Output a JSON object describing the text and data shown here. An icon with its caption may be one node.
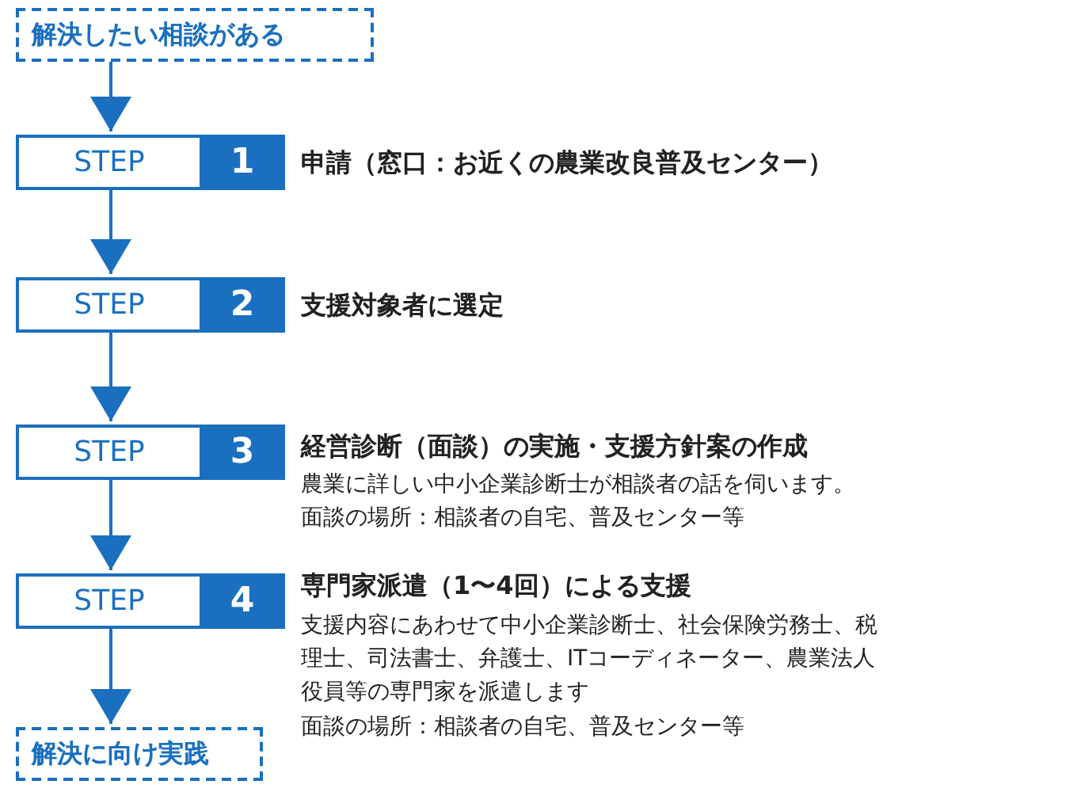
{
  "diagram": {
    "nodes": [
      {
        "text": [
          "解決したい相談がある"
        ]
      },
      {
        "text": [
          "STEP",
          "1"
        ],
        "beside": [
          "申請（窓口：お近くの農業改良普及センター）"
        ]
      },
      {
        "text": [
          "STEP",
          "2"
        ],
        "beside": [
          "支援対象者に選定"
        ]
      },
      {
        "text": [
          "STEP",
          "3"
        ],
        "beside": [
          "経営診断（面談）の実施・支援方針案の作成",
          "農業に詳しい中小企業診断士が相談者の話を伺います。",
          "面談の場所：相談者の自宅、普及センター等"
        ]
      },
      {
        "text": [
          "STEP",
          "4"
        ],
        "beside": [
          "専門家派遣（1〜4回）による支援",
          "支援内容にあわせて中小企業診断士、社会保険労務士、税理士、司法書士、弁護士、ITコーディネーター、農業法人役員等の専門家を派遣します",
          "面談の場所：相談者の自宅、普及センター等"
        ]
      },
      {
        "text": [
          "解決に向け実践"
        ]
      }
    ],
    "edges": [
      {
        "from": 0,
        "to": 1,
        "arrow": "to"
      },
      {
        "from": 1,
        "to": 2,
        "arrow": "to"
      },
      {
        "from": 2,
        "to": 3,
        "arrow": "to"
      },
      {
        "from": 3,
        "to": 4,
        "arrow": "to"
      },
      {
        "from": 4,
        "to": 5,
        "arrow": "to"
      }
    ]
  }
}
